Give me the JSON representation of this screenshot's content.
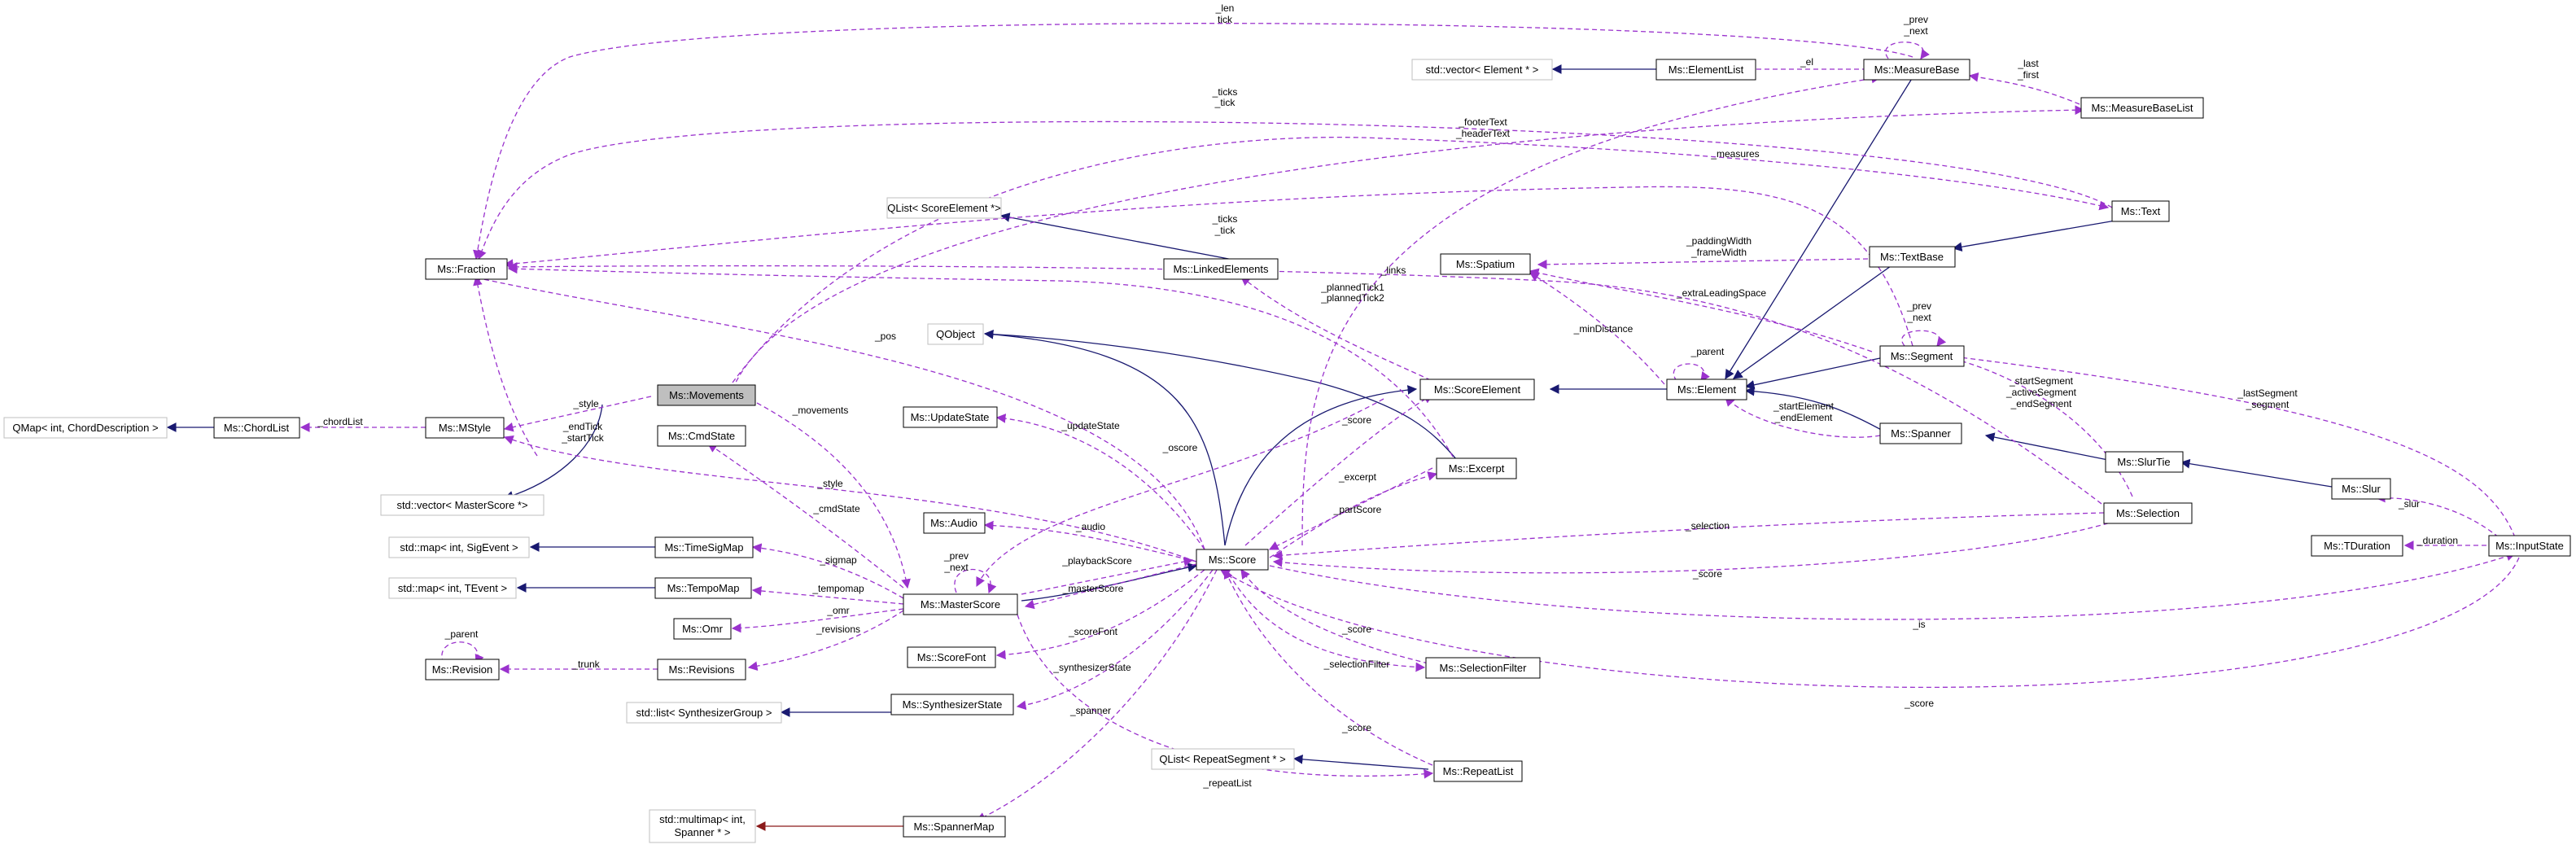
{
  "nodes": {
    "movements": "Ms::Movements",
    "fraction": "Ms::Fraction",
    "mstyle": "Ms::MStyle",
    "chordlist": "Ms::ChordList",
    "qmap": "QMap< int, ChordDescription >",
    "cmdstate": "Ms::CmdState",
    "vec_masterscore": "std::vector< MasterScore *>",
    "timesigmap": "Ms::TimeSigMap",
    "map_sigevent": "std::map< int, SigEvent >",
    "tempomap": "Ms::TempoMap",
    "map_tevent": "std::map< int, TEvent >",
    "omr": "Ms::Omr",
    "revision": "Ms::Revision",
    "revisions": "Ms::Revisions",
    "list_synth": "std::list< SynthesizerGroup >",
    "synthstate": "Ms::SynthesizerState",
    "multimap_spanner": [
      "std::multimap< int,",
      "Spanner * >"
    ],
    "spannermap": "Ms::SpannerMap",
    "masterscore": "Ms::MasterScore",
    "qobject": "QObject",
    "updatestate": "Ms::UpdateState",
    "audio": "Ms::Audio",
    "scorefont": "Ms::ScoreFont",
    "score": "Ms::Score",
    "qlist_scoreelement": "QList< ScoreElement *>",
    "linkedelements": "Ms::LinkedElements",
    "scoreelement": "Ms::ScoreElement",
    "excerpt": "Ms::Excerpt",
    "selectionfilter": "Ms::SelectionFilter",
    "qlist_repeatsegment": "QList< RepeatSegment * >",
    "repeatlist": "Ms::RepeatList",
    "vec_element": "std::vector< Element * >",
    "elementlist": "Ms::ElementList",
    "measurebase": "Ms::MeasureBase",
    "measurebaselist": "Ms::MeasureBaseList",
    "text": "Ms::Text",
    "spatium": "Ms::Spatium",
    "textbase": "Ms::TextBase",
    "element": "Ms::Element",
    "segment": "Ms::Segment",
    "spanner": "Ms::Spanner",
    "slurtie": "Ms::SlurTie",
    "slur": "Ms::Slur",
    "selection": "Ms::Selection",
    "tduration": "Ms::TDuration",
    "inputstate": "Ms::InputState"
  },
  "edge_labels": {
    "len_tick": [
      "_len",
      "tick"
    ],
    "prev_next_mb": [
      "_prev",
      "_next"
    ],
    "el": "_el",
    "last_first": [
      "_last",
      "_first"
    ],
    "ticks_tick_top": [
      "_ticks",
      "_tick"
    ],
    "footer_header": [
      "_footerText",
      "_headerText"
    ],
    "measures": "_measures",
    "ticks_tick_mid": [
      "_ticks",
      "_tick"
    ],
    "links": "_links",
    "padding_frame": [
      "_paddingWidth",
      "_frameWidth"
    ],
    "extraleading": "_extraLeadingSpace",
    "prev_next_seg": [
      "_prev",
      "_next"
    ],
    "planned": [
      "_plannedTick1",
      "_plannedTick2"
    ],
    "mindistance": "_minDistance",
    "parent_el": "_parent",
    "pos": "_pos",
    "style_top": "_style",
    "chordlist_lbl": "_chordList",
    "endtick_starttick": [
      "_endTick",
      "_startTick"
    ],
    "movements_lbl": "_movements",
    "updatestate_lbl": "_updateState",
    "score_se": "_score",
    "start_active_end": [
      "_startSegment",
      "_activeSegment",
      "_endSegment"
    ],
    "startel_endel": [
      "_startElement",
      "_endElement"
    ],
    "lastsegment": [
      "_lastSegment",
      "_segment"
    ],
    "oscore": "_oscore",
    "style_mid": "_style",
    "excerpt_lbl": "_excerpt",
    "cmdstate_lbl": "_cmdState",
    "partscore": "_partScore",
    "audio_lbl": "_audio",
    "selection_lbl": "_selection",
    "slur_lbl": "_slur",
    "prev_next_ms": [
      "_prev",
      "_next"
    ],
    "sigmap": "_sigmap",
    "playbackscore": "_playbackScore",
    "duration": "_duration",
    "tempomap_lbl": "_tempomap",
    "masterscore_lbl": "_masterScore",
    "score_sel": "_score",
    "omr_lbl": "_omr",
    "revisions_lbl": "_revisions",
    "is_lbl": "_is",
    "parent_rev": "_parent",
    "trunk": "_trunk",
    "scorefont_lbl": "_scoreFont",
    "score_sf": "_score",
    "selectionfilter_lbl": "_selectionFilter",
    "synthesizer_lbl": "_synthesizerState",
    "score_is": "_score",
    "spanner_lbl": "_spanner",
    "score_rl": "_score",
    "repeatlist_lbl": "_repeatList"
  },
  "colors": {
    "inheritance": "#191970",
    "usage": "#9a32cd",
    "template": "#8b1a1a",
    "highlight_fill": "#bfbfbf",
    "external_border": "#bfbfbf"
  }
}
